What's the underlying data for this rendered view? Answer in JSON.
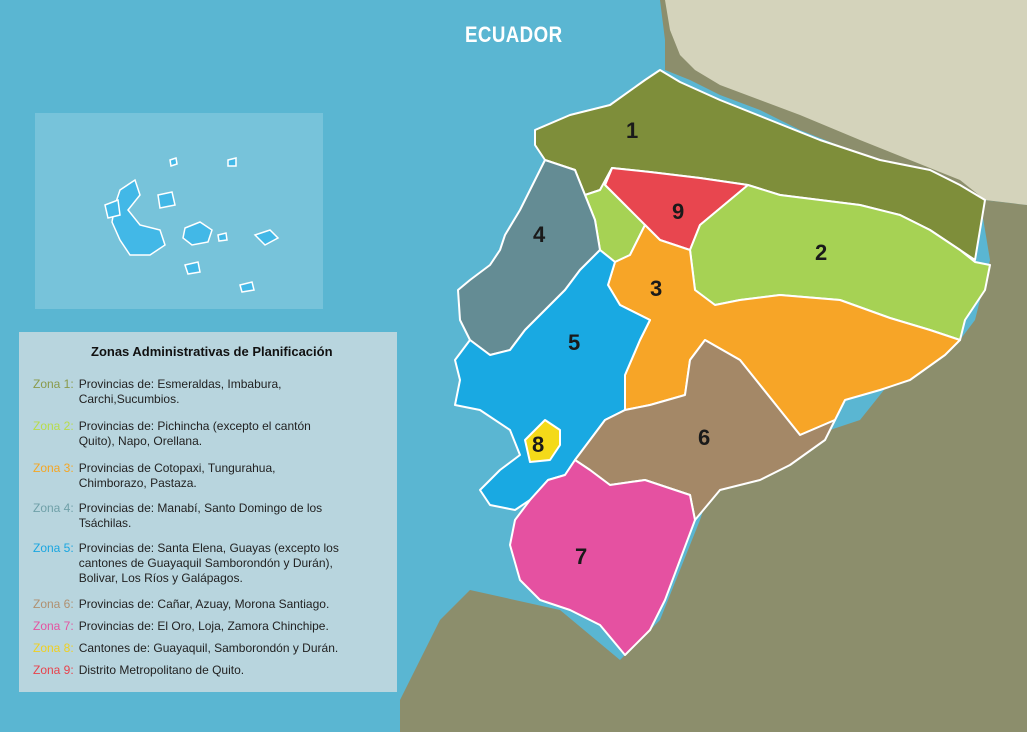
{
  "map": {
    "title": "ECUADOR",
    "colors": {
      "ocean": "#5ab6d2",
      "land": "#8c8e6c",
      "land_light": "#d4d3bb",
      "zone1": "#7e8e3a",
      "zone2": "#a6d254",
      "zone3": "#f7a527",
      "zone4": "#648c94",
      "zone5": "#19a9e2",
      "zone6": "#a48867",
      "zone7": "#e551a1",
      "zone8": "#f4da19",
      "zone9": "#e8464f",
      "galapagos_island": "#19a9e2"
    },
    "zone_numbers": [
      "1",
      "2",
      "3",
      "4",
      "5",
      "6",
      "7",
      "8",
      "9"
    ]
  },
  "legend": {
    "title": "Zonas Administrativas de Planificación",
    "items": [
      {
        "tag": "Zona 1:",
        "color": "#8a9a4a",
        "lines": [
          "Provincias de: Esmeraldas, Imbabura,",
          "Carchi,Sucumbios."
        ]
      },
      {
        "tag": "Zona 2:",
        "color": "#b8dc4a",
        "lines": [
          "Provincias de: Pichincha (excepto el cantón",
          "Quito), Napo, Orellana."
        ]
      },
      {
        "tag": "Zona 3:",
        "color": "#f5a623",
        "lines": [
          "Provincias de Cotopaxi, Tungurahua,",
          "Chimborazo, Pastaza."
        ]
      },
      {
        "tag": "Zona 4:",
        "color": "#6fa0a8",
        "lines": [
          "Provincias de: Manabí, Santo Domingo de los",
          "Tsáchilas."
        ]
      },
      {
        "tag": "Zona 5:",
        "color": "#1aa6e0",
        "lines": [
          "Provincias de: Santa Elena, Guayas (excepto los",
          "cantones de Guayaquil Samborondón y Durán),",
          "Bolivar, Los Ríos y Galápagos."
        ]
      },
      {
        "tag": "Zona 6:",
        "color": "#b09070",
        "lines": [
          "Provincias de: Cañar, Azuay, Morona Santiago."
        ]
      },
      {
        "tag": "Zona 7:",
        "color": "#e553a0",
        "lines": [
          "Provincias de: El Oro, Loja, Zamora Chinchipe."
        ]
      },
      {
        "tag": "Zona 8:",
        "color": "#f0d020",
        "lines": [
          "Cantones de: Guayaquil, Samborondón y Durán."
        ]
      },
      {
        "tag": "Zona 9:",
        "color": "#e8434c",
        "lines": [
          "Distrito Metropolitano de Quito."
        ]
      }
    ]
  }
}
